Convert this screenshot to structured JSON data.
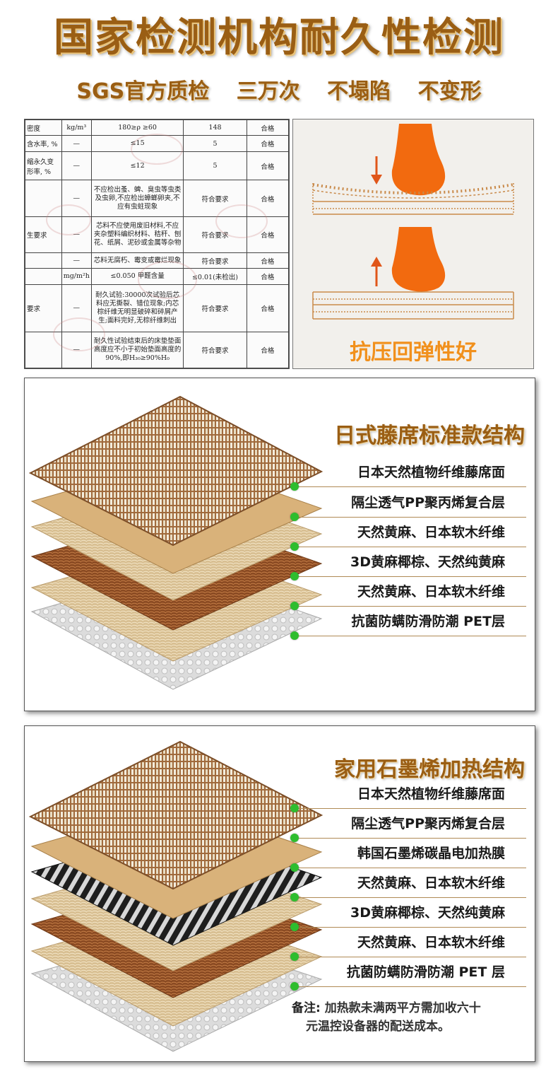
{
  "header": {
    "title": "国家检测机构耐久性检测",
    "subtitle": [
      "SGS官方质检",
      "三万次",
      "不塌陷",
      "不变形"
    ]
  },
  "report": {
    "rows": [
      [
        "密度",
        "kg/m³",
        "180≥ρ ≥60",
        "148",
        "合格"
      ],
      [
        "含水率, %",
        "—",
        "≤15",
        "5",
        "合格"
      ],
      [
        "缩永久变形率, %",
        "—",
        "≤12",
        "5",
        "合格"
      ],
      [
        "",
        "—",
        "不应检出蚤、蜱、臭虫等虫类及虫卵,不应检出蟑螂卵夹,不应有虫蛀现象",
        "符合要求",
        "合格"
      ],
      [
        "生要求",
        "—",
        "芯料不应使用废旧材料,不应夹杂塑料编织材料、秸秆、刨花、纸屑、泥砂或金属等杂物",
        "符合要求",
        "合格"
      ],
      [
        "",
        "—",
        "芯料无腐朽、霉变或霉烂现象",
        "符合要求",
        "合格"
      ],
      [
        "",
        "mg/m²h",
        "≤0.050    甲醛含量",
        "≤0.01(未检出)",
        "合格"
      ],
      [
        "要求",
        "—",
        "耐久试验:30000次试验后芯料应无撕裂、错位现象;内芯棕纤维无明显破碎和碎屑产生;面料完好,无棕纤维刺出",
        "符合要求",
        "合格"
      ],
      [
        "",
        "—",
        "耐久性试验结束后的床垫垫面高度应不小于初始垫面高度的90%,即H₃₀≥90%H₀",
        "符合要求",
        "合格"
      ]
    ]
  },
  "spring": {
    "caption": "抗压回弹性好",
    "colors": {
      "foot": "#f26a0f",
      "arrow": "#e0561a",
      "mattress": "#c98a4a"
    }
  },
  "panel_standard": {
    "title": "日式藤席标准款结构",
    "layers": [
      "日本天然植物纤维藤席面",
      "隔尘透气PP聚丙烯复合层",
      "天然黄麻、日本软木纤维",
      "3D黄麻椰棕、天然纯黄麻",
      "天然黄麻、日本软木纤维",
      "抗菌防螨防滑防潮 PET层"
    ]
  },
  "panel_heated": {
    "title": "家用石墨烯加热结构",
    "layers": [
      "日本天然植物纤维藤席面",
      "隔尘透气PP聚丙烯复合层",
      "韩国石墨烯碳晶电加热膜",
      "天然黄麻、日本软木纤维",
      "3D黄麻椰棕、天然纯黄麻",
      "天然黄麻、日本软木纤维",
      "抗菌防螨防滑防潮 PET 层"
    ],
    "note_label": "备注:",
    "note_line1": "加热款未满两平方需加收六十",
    "note_line2": "元温控设备器的配送成本。"
  },
  "colors": {
    "brand": "#9a5e14",
    "accent": "#f1901c",
    "dot": "#2ebd2e"
  }
}
